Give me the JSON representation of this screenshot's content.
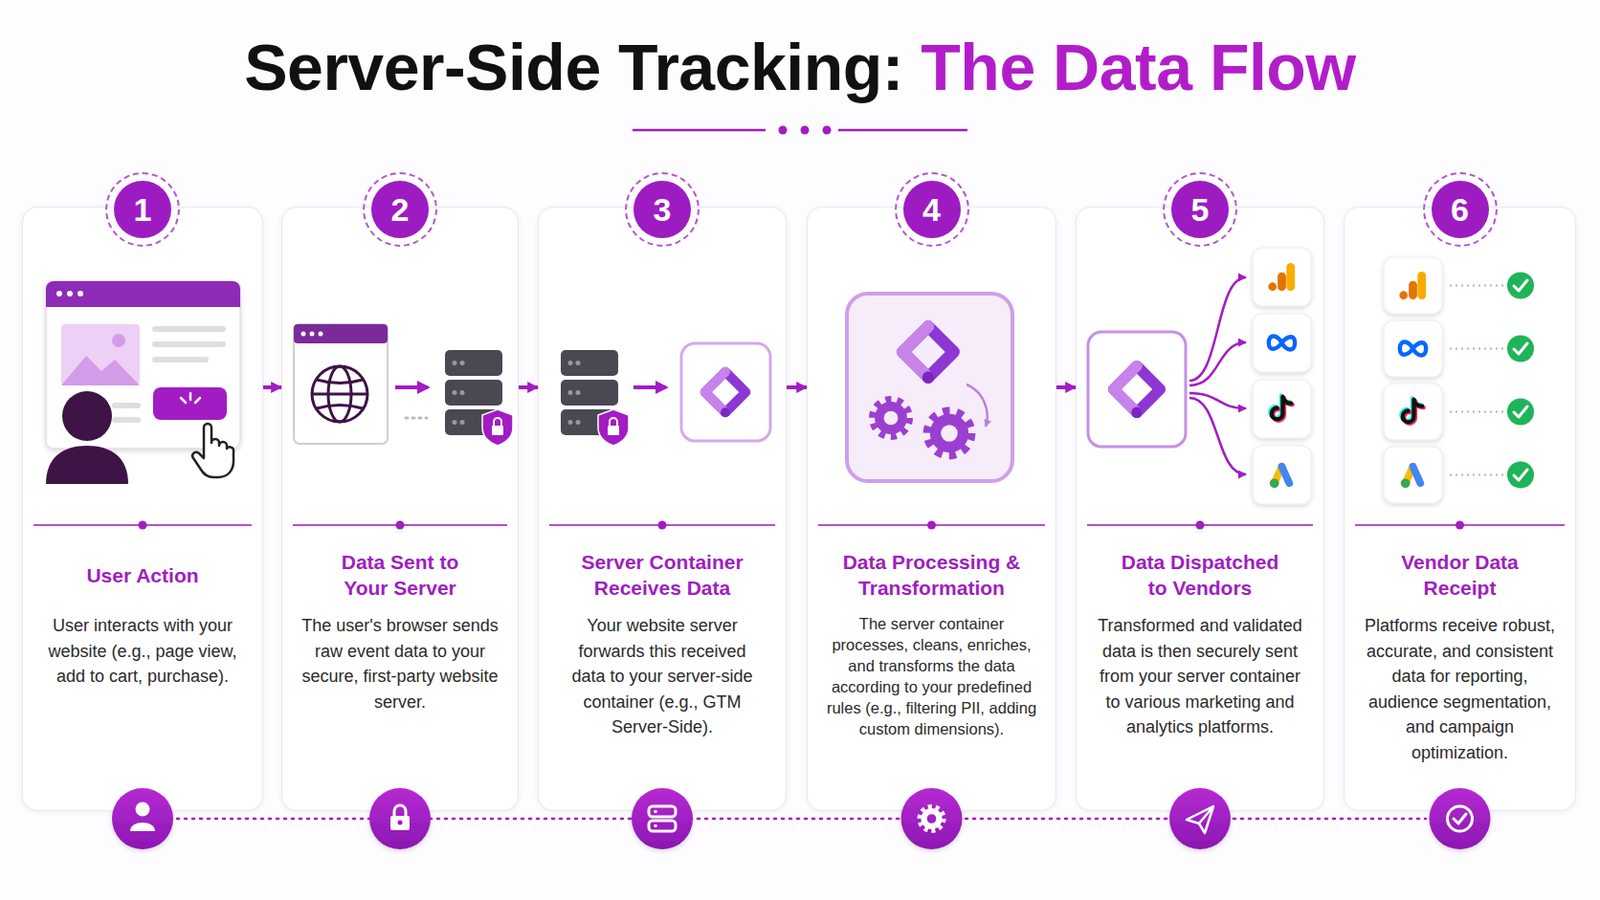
{
  "diagram": {
    "title": "Server-Side Tracking: The Data Flow",
    "nodes": [
      {
        "text": [
          "1",
          "User Action",
          "User interacts with your website (e.g., page view, add to cart, purchase)."
        ]
      },
      {
        "text": [
          "2",
          "Data Sent to Your Server",
          "The user's browser sends raw event data to your secure, first-party website server."
        ]
      },
      {
        "text": [
          "3",
          "Server Container Receives Data",
          "Your website server forwards this received data to your server-side container (e.g., GTM Server-Side)."
        ]
      },
      {
        "text": [
          "4",
          "Data Processing & Transformation",
          "The server container processes, cleans, enriches, and transforms the data according to your predefined rules (e.g., filtering PII, adding custom dimensions)."
        ]
      },
      {
        "text": [
          "5",
          "Data Dispatched to Vendors",
          "Transformed and validated data is then securely sent from your server container to various marketing and analytics platforms."
        ]
      },
      {
        "text": [
          "6",
          "Vendor Data Receipt",
          "Platforms receive robust, accurate, and consistent data for reporting, audience segmentation, and campaign optimization."
        ]
      }
    ],
    "edges": [
      {
        "from": 0,
        "to": 1,
        "arrow": "to"
      },
      {
        "from": 1,
        "to": 2,
        "arrow": "to"
      },
      {
        "from": 2,
        "to": 3,
        "arrow": "to"
      },
      {
        "from": 3,
        "to": 4,
        "arrow": "to"
      }
    ]
  }
}
